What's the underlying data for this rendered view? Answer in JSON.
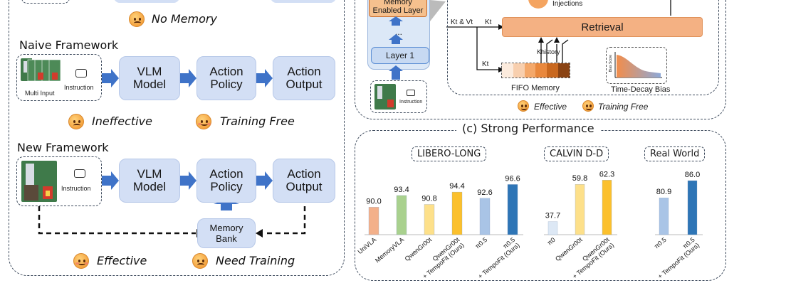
{
  "left": {
    "no_memory_caption": "No Memory",
    "naive": {
      "heading": "Naive Framework",
      "input_label": "Multi Input",
      "instruction_label": "Instruction",
      "boxes": [
        "VLM\nModel",
        "Action\nPolicy",
        "Action\nOutput"
      ],
      "captions": [
        "Ineffective",
        "Training Free"
      ]
    },
    "new": {
      "heading": "New Framework",
      "instruction_label": "Instruction",
      "boxes": [
        "VLM\nModel",
        "Action\nPolicy",
        "Action\nOutput"
      ],
      "memory_bank": "Memory\nBank",
      "captions": [
        "Effective",
        "Need Training"
      ]
    }
  },
  "right_top": {
    "memory_layer": "Memory\nEnabled Layer",
    "dots": "...",
    "layer1": "Layer 1",
    "instruction_label": "Instruction",
    "injections": "Injections",
    "retrieval": "Retrieval",
    "kv_label": "Kt & Vt",
    "kt_label": "Kt",
    "kt_label2": "Kt",
    "khistory": "Khistory",
    "fifo": "FIFO Memory",
    "time_decay": "Time-Decay Bias",
    "bias_axis": "Bias Score",
    "captions": [
      "Effective",
      "Training Free"
    ]
  },
  "section_c": {
    "title": "(c) Strong Performance"
  },
  "chart_data": [
    {
      "type": "bar",
      "title": "LIBERO-LONG",
      "categories": [
        "UniVLA",
        "MemoryVLA",
        "QwenGr00t",
        "QwenGr00t\n+ TempoFit (Ours)",
        "π0.5",
        "π0.5\n+ TempoFit (Ours)"
      ],
      "values": [
        90.0,
        93.4,
        90.8,
        94.4,
        92.6,
        96.6
      ],
      "value_labels": [
        "90.0",
        "93.4",
        "90.8",
        "94.4",
        "92.6",
        "96.6"
      ],
      "colors": [
        "#f3b08a",
        "#a9d18e",
        "#fde08a",
        "#fbc02d",
        "#a9c4e6",
        "#2e75b6"
      ]
    },
    {
      "type": "bar",
      "title": "CALVIN D-D",
      "categories": [
        "π0",
        "QwenGr00t",
        "QwenGr00t\n+ TempoFit (Ours)"
      ],
      "values": [
        37.7,
        59.8,
        62.3
      ],
      "value_labels": [
        "37.7",
        "59.8",
        "62.3"
      ],
      "colors": [
        "#dde8f5",
        "#fde08a",
        "#fbc02d"
      ]
    },
    {
      "type": "bar",
      "title": "Real World",
      "categories": [
        "π0.5",
        "π0.5\n+ TempoFit (Ours)"
      ],
      "values": [
        80.9,
        86.0
      ],
      "value_labels": [
        "80.9",
        "86.0"
      ],
      "colors": [
        "#a9c4e6",
        "#2e75b6"
      ]
    }
  ]
}
